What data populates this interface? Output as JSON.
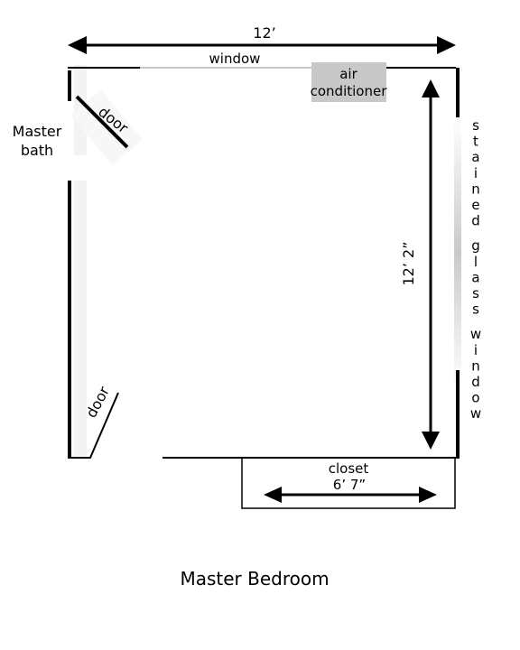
{
  "title": "Master Bedroom",
  "dimensions": {
    "width": "12’",
    "height": "12’ 2”",
    "closet_width": "6’ 7”"
  },
  "labels": {
    "window": "window",
    "air_conditioner_line1": "air",
    "air_conditioner_line2": "conditioner",
    "master_bath_line1": "Master",
    "master_bath_line2": "bath",
    "door_top": "door",
    "door_bottom": "door",
    "closet": "closet",
    "stained_glass_letters": [
      "s",
      "t",
      "a",
      "i",
      "n",
      "e",
      "d",
      "g",
      "l",
      "a",
      "s",
      "s",
      "w",
      "i",
      "n",
      "d",
      "o",
      "w"
    ]
  },
  "colors": {
    "wall": "#000000",
    "window_line": "#c8c8c8",
    "air_conditioner": "#c8c8c8"
  }
}
